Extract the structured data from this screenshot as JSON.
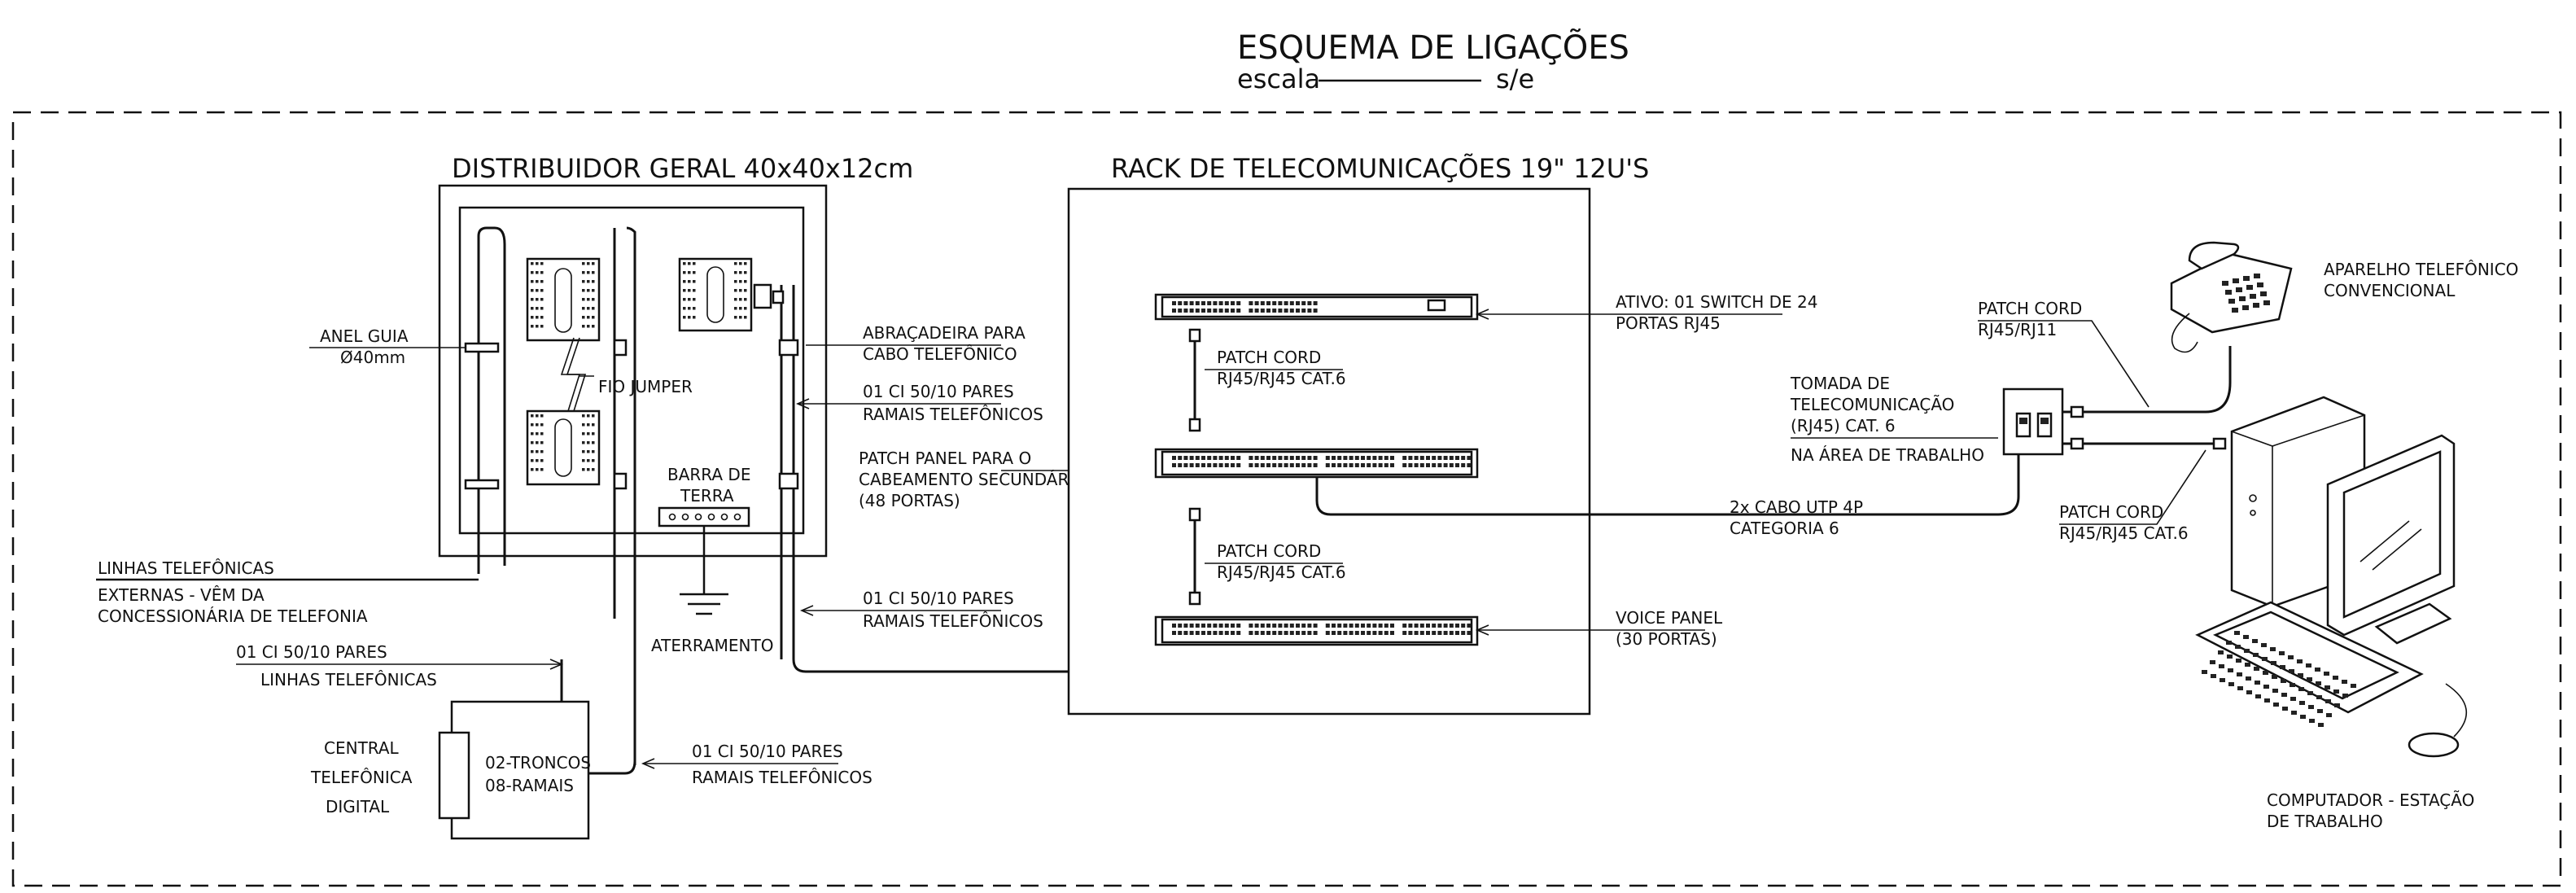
{
  "title": {
    "main": "ESQUEMA DE LIGAÇÕES",
    "scale_label": "escala",
    "scale_value": "s/e"
  },
  "distribuidor": {
    "heading": "DISTRIBUIDOR GERAL 40x40x12cm",
    "anel_guia_1": "ANEL GUIA",
    "anel_guia_2": "Ø40mm",
    "fio_jumper": "FIO JUMPER",
    "barra_1": "BARRA DE",
    "barra_2": "TERRA",
    "aterramento": "ATERRAMENTO",
    "abracadeira_1": "ABRAÇADEIRA PARA",
    "abracadeira_2": "CABO TELEFÔNICO"
  },
  "left_labels": {
    "linhas_1": "LINHAS TELEFÔNICAS",
    "linhas_2": "EXTERNAS - VÊM DA",
    "linhas_3": "CONCESSIONÁRIA DE TELEFONIA",
    "ci_linhas_1": "01 CI 50/10 PARES",
    "ci_linhas_2": "LINHAS TELEFÔNICAS"
  },
  "central": {
    "label_1": "CENTRAL",
    "label_2": "TELEFÔNICA",
    "label_3": "DIGITAL",
    "troncos": "02-TRONCOS",
    "ramais": "08-RAMAIS",
    "ci_ramais_1": "01 CI 50/10 PARES",
    "ci_ramais_2": "RAMAIS TELEFÔNICOS"
  },
  "middle_labels": {
    "ci_top_1": "01 CI 50/10 PARES",
    "ci_top_2": "RAMAIS TELEFÔNICOS",
    "patch_panel_1": "PATCH PANEL PARA O",
    "patch_panel_2": "CABEAMENTO SECUNDÁRIO",
    "patch_panel_3": "(48 PORTAS)",
    "ci_bot_1": "01 CI 50/10 PARES",
    "ci_bot_2": "RAMAIS TELEFÔNICOS"
  },
  "rack": {
    "heading": "RACK DE TELECOMUNICAÇÕES 19\" 12U'S",
    "patch_cord_a_1": "PATCH CORD",
    "patch_cord_a_2": "RJ45/RJ45 CAT.6",
    "patch_cord_b_1": "PATCH CORD",
    "patch_cord_b_2": "RJ45/RJ45 CAT.6"
  },
  "right_labels": {
    "switch_1": "ATIVO: 01 SWITCH DE 24",
    "switch_2": "PORTAS RJ45",
    "voice_1": "VOICE PANEL",
    "voice_2": "(30 PORTAS)",
    "utp_1": "2x CABO UTP 4P",
    "utp_2": "CATEGORIA 6",
    "tomada_1": "TOMADA DE",
    "tomada_2": "TELECOMUNICAÇÃO",
    "tomada_3": "(RJ45) CAT. 6",
    "tomada_4": "NA ÁREA DE TRABALHO",
    "pc_phone_1": "PATCH CORD",
    "pc_phone_2": "RJ45/RJ11",
    "pc_pc_1": "PATCH CORD",
    "pc_pc_2": "RJ45/RJ45 CAT.6",
    "aparelho_1": "APARELHO TELEFÔNICO",
    "aparelho_2": "CONVENCIONAL",
    "computador_1": "COMPUTADOR - ESTAÇÃO",
    "computador_2": "DE TRABALHO"
  }
}
